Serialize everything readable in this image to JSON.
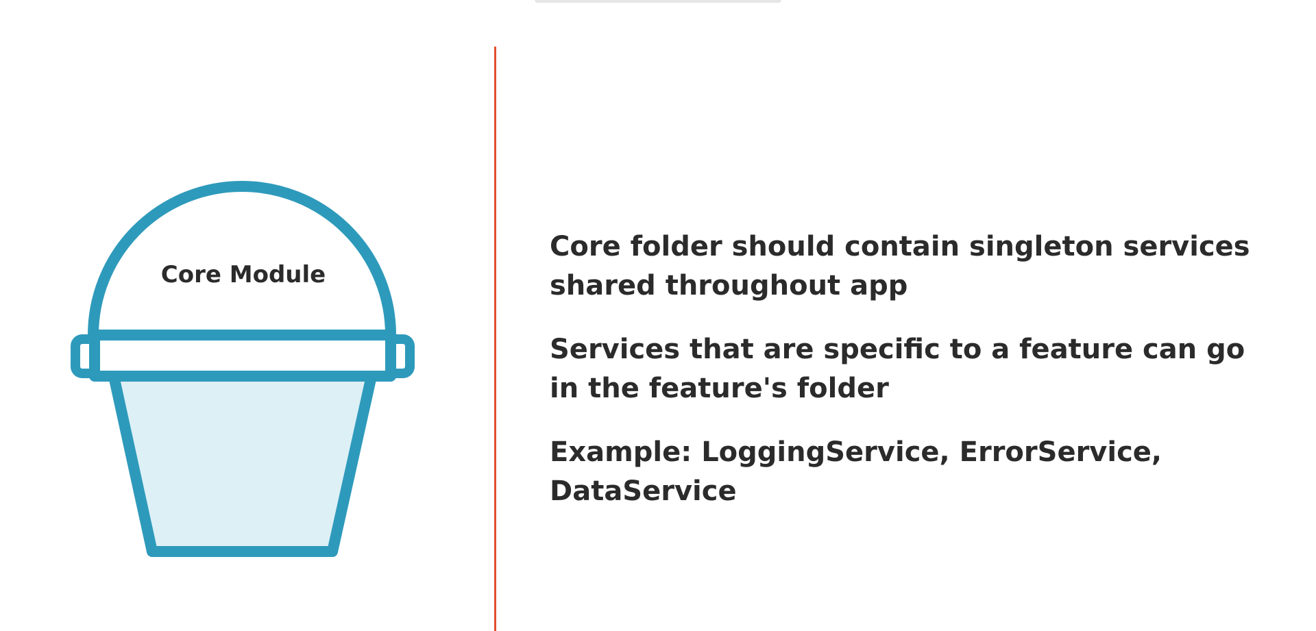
{
  "diagram": {
    "bucket_label": "Core Module",
    "colors": {
      "outline": "#2e9abb",
      "fill": "#ddf0f6",
      "divider": "#e04e2e",
      "text": "#2b2b2b"
    }
  },
  "points": [
    "Core folder should contain singleton services shared throughout app",
    "Services that are specific to a feature can go in the feature's folder",
    "Example: LoggingService, ErrorService, DataService"
  ]
}
